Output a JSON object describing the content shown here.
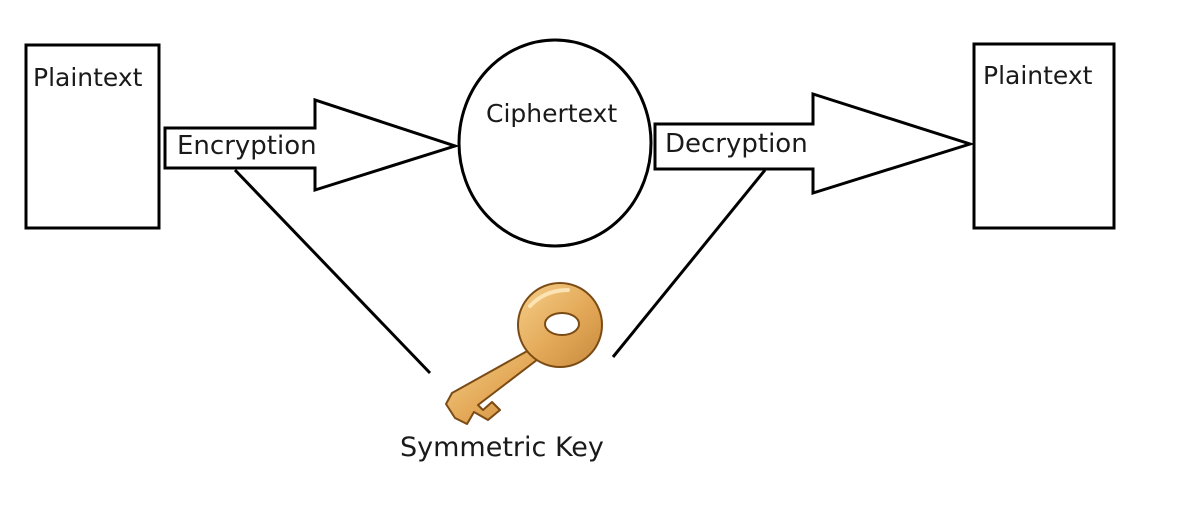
{
  "diagram": {
    "plaintext_left": "Plaintext",
    "plaintext_right": "Plaintext",
    "encryption": "Encryption",
    "decryption": "Decryption",
    "ciphertext": "Ciphertext",
    "key_label": "Symmetric Key"
  },
  "icons": {
    "key": "key-icon"
  },
  "colors": {
    "stroke": "#000000",
    "key_fill": "#e8b366",
    "key_shade": "#b9792f",
    "text": "#1a1a1a"
  }
}
